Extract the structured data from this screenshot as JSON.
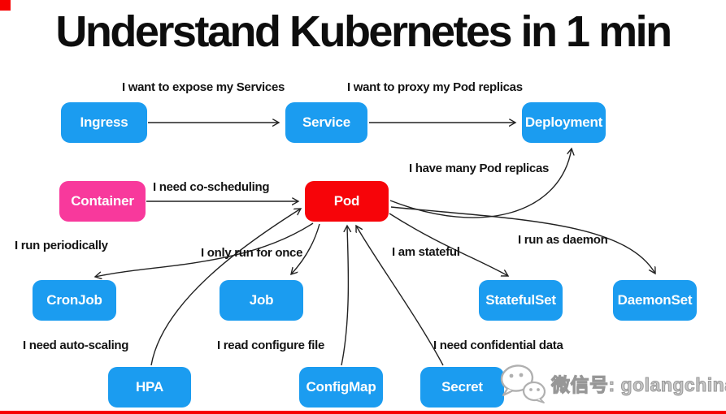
{
  "title": "Understand Kubernetes in 1 min",
  "watermark": {
    "logo": "wechat-logo",
    "text": "微信号: golangchina"
  },
  "colors": {
    "node_blue": "#1b9cf0",
    "node_red": "#f70409",
    "node_pink": "#f8399c",
    "arrow": "#222222",
    "label_text": "#141414",
    "watermark_gray": "#b5b5b5",
    "accent_red": "#f60000"
  },
  "nodes": [
    {
      "id": "ingress",
      "label": "Ingress",
      "color": "#1b9cf0"
    },
    {
      "id": "service",
      "label": "Service",
      "color": "#1b9cf0"
    },
    {
      "id": "deployment",
      "label": "Deployment",
      "color": "#1b9cf0"
    },
    {
      "id": "container",
      "label": "Container",
      "color": "#f8399c"
    },
    {
      "id": "pod",
      "label": "Pod",
      "color": "#f70409"
    },
    {
      "id": "cronjob",
      "label": "CronJob",
      "color": "#1b9cf0"
    },
    {
      "id": "job",
      "label": "Job",
      "color": "#1b9cf0"
    },
    {
      "id": "statefulset",
      "label": "StatefulSet",
      "color": "#1b9cf0"
    },
    {
      "id": "daemonset",
      "label": "DaemonSet",
      "color": "#1b9cf0"
    },
    {
      "id": "hpa",
      "label": "HPA",
      "color": "#1b9cf0"
    },
    {
      "id": "configmap",
      "label": "ConfigMap",
      "color": "#1b9cf0"
    },
    {
      "id": "secret",
      "label": "Secret",
      "color": "#1b9cf0"
    }
  ],
  "edge_labels": [
    {
      "text": "I want to expose my Services",
      "from": "ingress",
      "to": "service"
    },
    {
      "text": "I want to proxy my Pod replicas",
      "from": "service",
      "to": "deployment"
    },
    {
      "text": "I have many Pod replicas",
      "from": "pod",
      "to": "deployment"
    },
    {
      "text": "I need co-scheduling",
      "from": "container",
      "to": "pod"
    },
    {
      "text": "I run periodically",
      "from": "pod",
      "to": "cronjob"
    },
    {
      "text": "I only run for once",
      "from": "pod",
      "to": "job"
    },
    {
      "text": "I am stateful",
      "from": "pod",
      "to": "statefulset"
    },
    {
      "text": "I run as daemon",
      "from": "pod",
      "to": "daemonset"
    },
    {
      "text": "I need auto-scaling",
      "from": "hpa",
      "to": "pod"
    },
    {
      "text": "I read configure file",
      "from": "configmap",
      "to": "pod"
    },
    {
      "text": "I need confidential data",
      "from": "secret",
      "to": "pod"
    }
  ]
}
